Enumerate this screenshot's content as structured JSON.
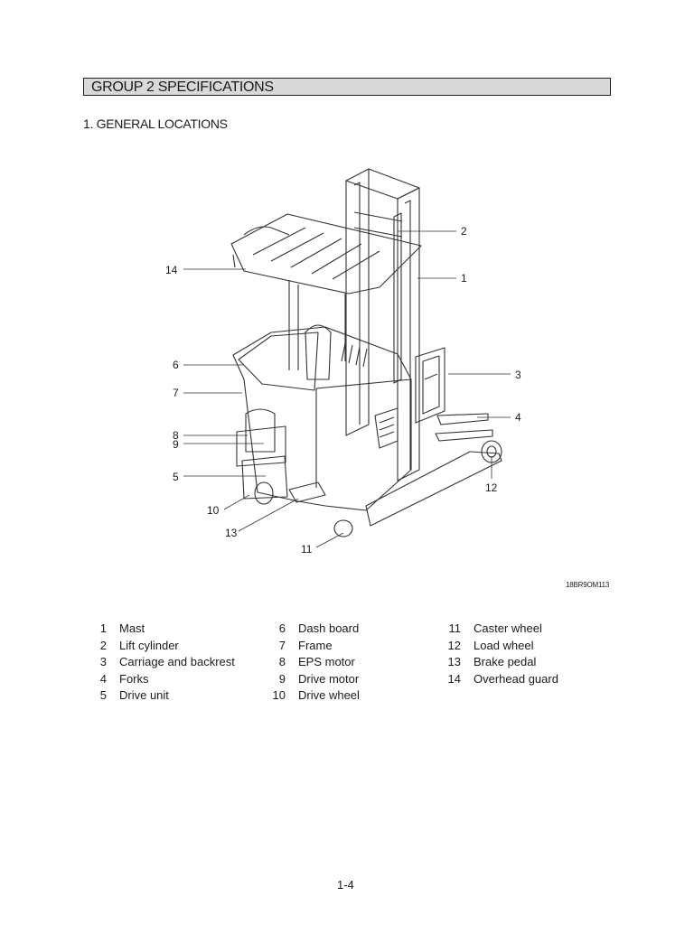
{
  "header": {
    "group_title": "GROUP 2  SPECIFICATIONS"
  },
  "section": {
    "title": "1. GENERAL LOCATIONS"
  },
  "figure": {
    "code": "18BR9OM113",
    "callouts": [
      "1",
      "2",
      "3",
      "4",
      "5",
      "6",
      "7",
      "8",
      "9",
      "10",
      "11",
      "12",
      "13",
      "14"
    ]
  },
  "legend": {
    "col1": [
      {
        "num": "1",
        "label": "Mast"
      },
      {
        "num": "2",
        "label": "Lift cylinder"
      },
      {
        "num": "3",
        "label": "Carriage and backrest"
      },
      {
        "num": "4",
        "label": "Forks"
      },
      {
        "num": "5",
        "label": "Drive unit"
      }
    ],
    "col2": [
      {
        "num": "6",
        "label": "Dash board"
      },
      {
        "num": "7",
        "label": "Frame"
      },
      {
        "num": "8",
        "label": "EPS motor"
      },
      {
        "num": "9",
        "label": "Drive motor"
      },
      {
        "num": "10",
        "label": "Drive wheel"
      }
    ],
    "col3": [
      {
        "num": "11",
        "label": "Caster wheel"
      },
      {
        "num": "12",
        "label": "Load wheel"
      },
      {
        "num": "13",
        "label": "Brake pedal"
      },
      {
        "num": "14",
        "label": "Overhead guard"
      }
    ]
  },
  "footer": {
    "page_number": "1-4"
  }
}
